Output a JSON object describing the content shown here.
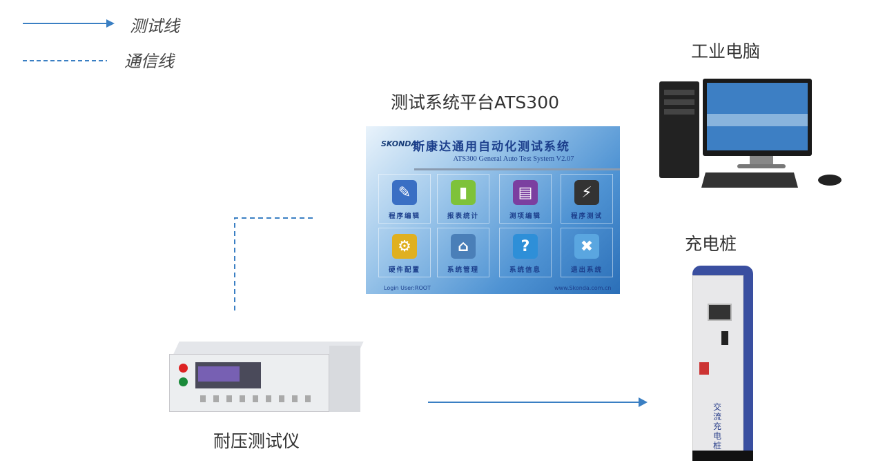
{
  "legend": {
    "test_line": "测试线",
    "comm_line": "通信线"
  },
  "platform": {
    "title": "测试系统平台ATS300",
    "logo": "SKONDA",
    "cn_title": "斯康达通用自动化测试系统",
    "en_title": "ATS300 General Auto Test System V2.07",
    "menu": [
      {
        "label": "程序编辑",
        "icon": "program-edit-icon",
        "color": "#3a6fc4"
      },
      {
        "label": "报表统计",
        "icon": "bar-chart-icon",
        "color": "#7ec23a"
      },
      {
        "label": "测项编辑",
        "icon": "book-icon",
        "color": "#7b3fa0"
      },
      {
        "label": "程序测试",
        "icon": "lightning-icon",
        "color": "#333333"
      },
      {
        "label": "硬件配置",
        "icon": "gears-icon",
        "color": "#e0b020"
      },
      {
        "label": "系统管理",
        "icon": "house-gear-icon",
        "color": "#4a7fb8"
      },
      {
        "label": "系统信息",
        "icon": "help-icon",
        "color": "#2e8fd8"
      },
      {
        "label": "退出系统",
        "icon": "users-exit-icon",
        "color": "#5aa6e0"
      }
    ],
    "login": "Login User:ROOT",
    "website": "www.Skonda.com.cn"
  },
  "devices": {
    "pc": "工业电脑",
    "charger": "充电桩",
    "charger_text": "交流充电桩",
    "tester": "耐压测试仪"
  },
  "colors": {
    "line": "#3a7fc3"
  }
}
